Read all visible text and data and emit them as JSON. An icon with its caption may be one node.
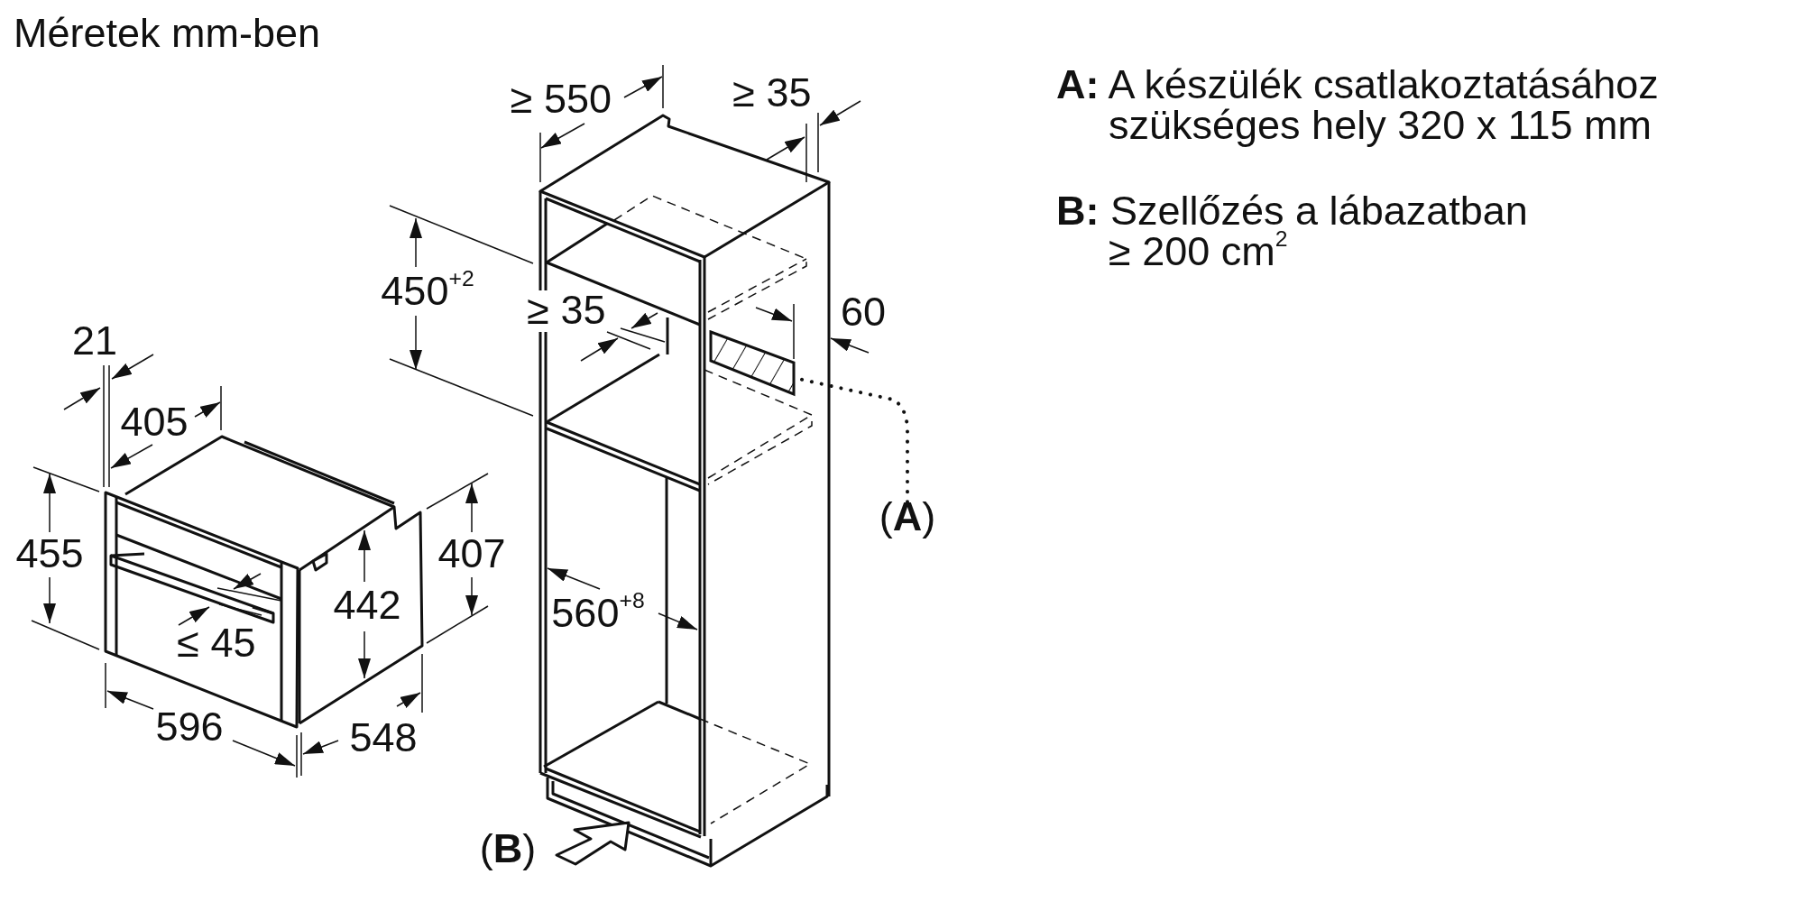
{
  "diagram": {
    "title": "Méretek mm-ben",
    "nodes": [
      {
        "text": [
          "(**A**)"
        ]
      },
      {
        "text": [],
        "shape": "box"
      }
    ],
    "edges": [
      {
        "from": 0,
        "to": 1,
        "arrow": "none",
        "style": "dashed"
      }
    ],
    "labels": [
      "≥ 550",
      "≥ 35",
      "**A:** A készülék csatlakoztatásához szükséges hely 320 x 115 mm",
      "**B:** Szellőzés a lábazatban ≥ 200 cm$^{2}$",
      "450$^{+2}$",
      "≥ 35",
      "60",
      "21",
      "405",
      "455",
      "407",
      "442",
      "≤ 45",
      "560$^{+8}$",
      "596",
      "548",
      "(**B**)"
    ]
  }
}
